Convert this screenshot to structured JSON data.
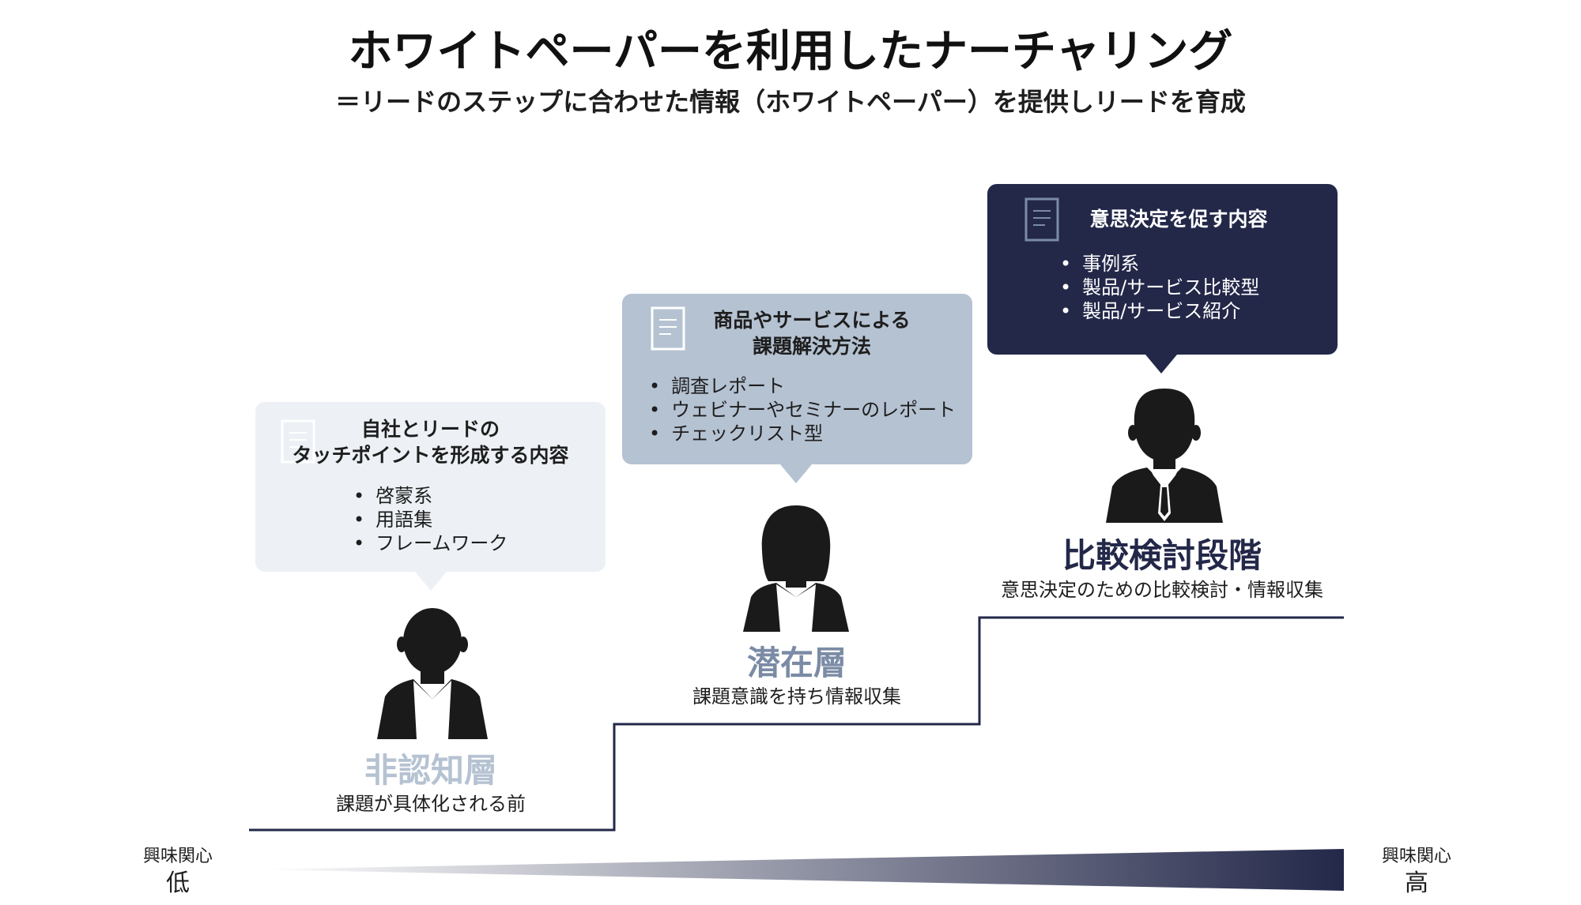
{
  "title": "ホワイトペーパーを利用したナーチャリング",
  "subtitle": "＝リードのステップに合わせた情報（ホワイトペーパー）を提供しリードを育成",
  "stages": [
    {
      "name": "非認知層",
      "description": "課題が具体化される前",
      "name_color": "#b5c2d2",
      "bubble": {
        "heading_lines": [
          "自社とリードの",
          "タッチポイントを形成する内容"
        ],
        "items": [
          "啓蒙系",
          "用語集",
          "フレームワーク"
        ],
        "bg_color": "#edf1f5"
      }
    },
    {
      "name": "潜在層",
      "description": "課題意識を持ち情報収集",
      "name_color": "#7b8ba5",
      "bubble": {
        "heading_lines": [
          "商品やサービスによる",
          "課題解決方法"
        ],
        "items": [
          "調査レポート",
          "ウェビナーやセミナーのレポート",
          "チェックリスト型"
        ],
        "bg_color": "#b5c2d2"
      }
    },
    {
      "name": "比較検討段階",
      "description": "意思決定のための比較検討・情報収集",
      "name_color": "#232849",
      "bubble": {
        "heading_lines": [
          "意思決定を促す内容"
        ],
        "items": [
          "事例系",
          "製品/サービス比較型",
          "製品/サービス紹介"
        ],
        "bg_color": "#232849"
      }
    }
  ],
  "axis": {
    "left_label": "興味関心",
    "left_level": "低",
    "right_label": "興味関心",
    "right_level": "高",
    "gradient_start": "#ffffff",
    "gradient_end": "#232849"
  },
  "icons": [
    "document-icon",
    "person-icon",
    "businessman-icon"
  ]
}
